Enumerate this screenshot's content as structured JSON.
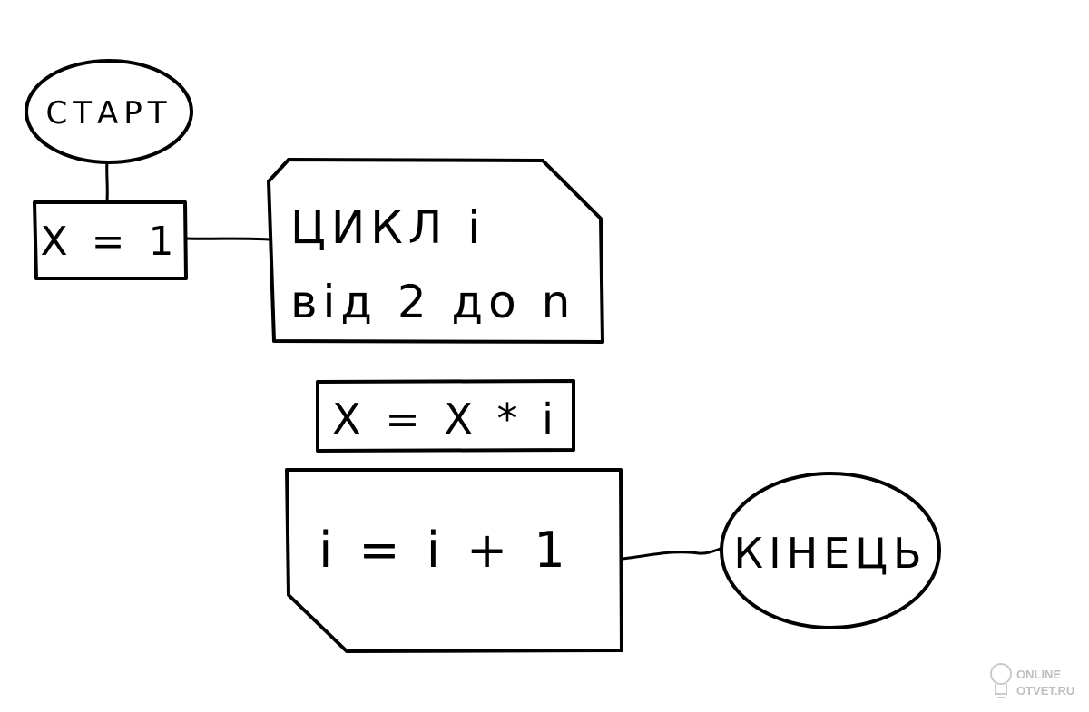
{
  "diagram": {
    "start_label": "СТАРТ",
    "init_label": "X = 1",
    "loop_line1": "ЦИКЛ і",
    "loop_line2": "від 2 до n",
    "body_label": "X = X * і",
    "increment_label": "і = і + 1",
    "end_label": "КІНЕЦЬ"
  },
  "watermark": {
    "line1": "ONLINE",
    "line2": "OTVET.RU"
  },
  "colors": {
    "stroke": "#000000",
    "background": "#ffffff",
    "watermark": "#b9b9b9"
  }
}
